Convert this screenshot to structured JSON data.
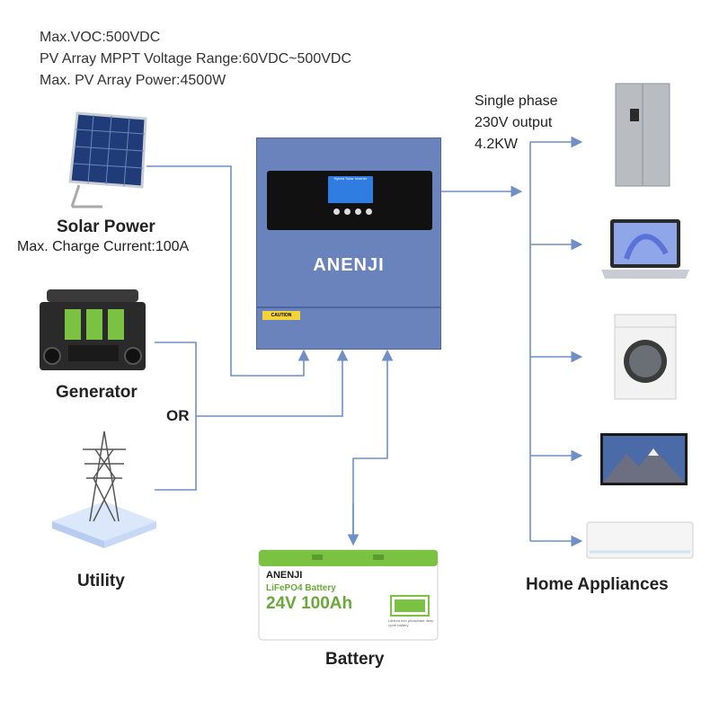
{
  "specs": {
    "line1": "Max.VOC:500VDC",
    "line2": "PV Array MPPT Voltage Range:60VDC~500VDC",
    "line3": "Max. PV Array Power:4500W"
  },
  "sources": {
    "solar_label": "Solar Power",
    "solar_sub": "Max. Charge Current:100A",
    "generator_label": "Generator",
    "or_label": "OR",
    "utility_label": "Utility"
  },
  "output": {
    "line1": "Single phase",
    "line2": "230V output",
    "line3": "4.2KW"
  },
  "inverter": {
    "brand": "ANENJI",
    "screen_title": "Hybrid Solar Inverter",
    "caution": "CAUTION"
  },
  "battery": {
    "label": "Battery",
    "brand": "ANENJI",
    "type": "LiFePO4 Battery",
    "spec": "24V 100Ah",
    "note": "Lithium iron phosphate deep cycle battery"
  },
  "appliances": {
    "label": "Home Appliances",
    "items": [
      "refrigerator",
      "laptop",
      "washing-machine",
      "television",
      "air-conditioner"
    ]
  },
  "colors": {
    "wire": "#6f8fc6",
    "inverter": "#6b83bd",
    "battery_accent": "#7cc242"
  }
}
